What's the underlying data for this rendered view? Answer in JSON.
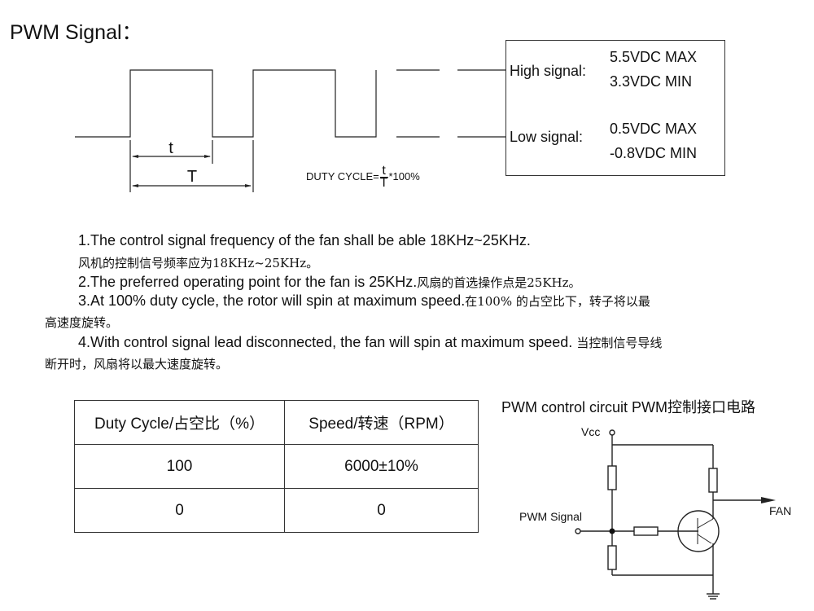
{
  "title": "PWM Signal：",
  "waveform": {
    "pulse_width_label": "t",
    "period_label": "T",
    "duty_cycle_formula": {
      "prefix": "DUTY CYCLE=",
      "numerator": "t",
      "denominator": "T",
      "suffix": "*100%"
    }
  },
  "signal_levels": {
    "high": {
      "label": "High signal:",
      "max": "5.5VDC MAX",
      "min": "3.3VDC MIN"
    },
    "low": {
      "label": "Low signal:",
      "max": "0.5VDC MAX",
      "min": "-0.8VDC MIN"
    }
  },
  "notes": [
    {
      "en": "1.The control signal frequency of the fan shall be able 18KHz~25KHz.",
      "cn": "风机的控制信号频率应为18KHz~25KHz。"
    },
    {
      "en": "2.The preferred operating point for the fan is 25KHz.",
      "cn": "风扇的首选操作点是25KHz。"
    },
    {
      "en": "3.At 100% duty cycle, the rotor will spin at maximum speed.",
      "cn_a": "在100% 的占空比下，转子将以最",
      "cn_b": "高速度旋转。"
    },
    {
      "en": "4.With control signal lead disconnected, the fan will spin at maximum speed.",
      "cn_a": "当控制信号导线",
      "cn_b": "断开时，风扇将以最大速度旋转。"
    }
  ],
  "speed_table": {
    "headers": [
      "Duty Cycle/占空比（%）",
      "Speed/转速（RPM）"
    ],
    "rows": [
      [
        "100",
        "6000±10%"
      ],
      [
        "0",
        "0"
      ]
    ]
  },
  "circuit": {
    "title": "PWM control circuit  PWM控制接口电路",
    "vcc_label": "Vcc",
    "input_label": "PWM Signal",
    "output_label": "FAN"
  }
}
